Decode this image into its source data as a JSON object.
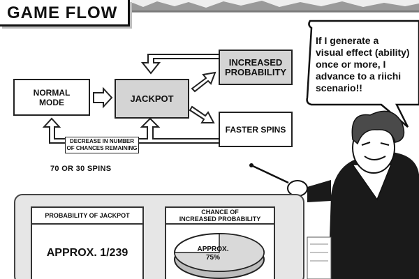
{
  "header": {
    "title": "GAME FLOW"
  },
  "flow": {
    "normal_mode": "NORMAL\nMODE",
    "jackpot": "JACKPOT",
    "increased_probability": "INCREASED\nPROBABILITY",
    "faster_spins": "FASTER SPINS",
    "decrease_label": "DECREASE IN NUMBER\nOF CHANCES REMAINING",
    "spins_note": "70 OR 30 SPINS"
  },
  "speech": {
    "text": "If I generate a\nvisual effect (ability)\nonce or more, I\nadvance to a riichi\nscenario!!"
  },
  "panel": {
    "left_card": {
      "heading": "PROBABILITY OF JACKPOT",
      "value": "APPROX. 1/239"
    },
    "right_card": {
      "heading": "CHANCE OF\nINCREASED PROBABILITY",
      "pie_label": "APPROX.\n75%",
      "percent": 75
    }
  },
  "colors": {
    "shaded_box": "#d4d4d4",
    "panel_bg": "#e6e6e6",
    "pie_slice": "#d9d9d9"
  }
}
